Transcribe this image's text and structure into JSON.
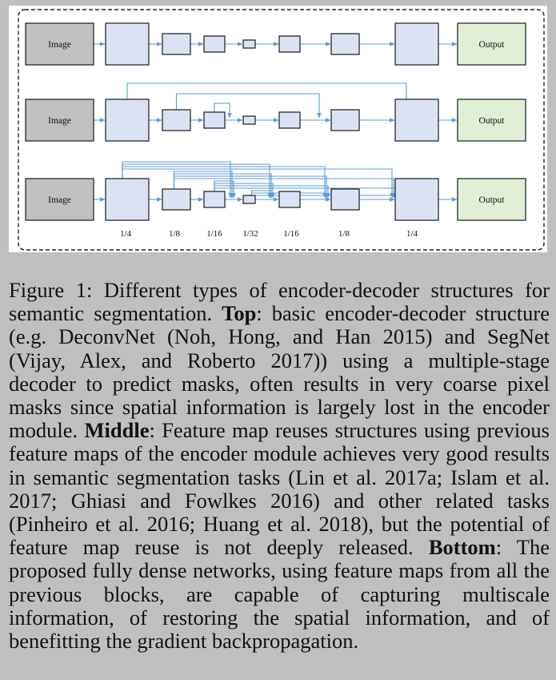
{
  "figure": {
    "rows": [
      {
        "name": "top",
        "input_label": "Image",
        "output_label": "Output"
      },
      {
        "name": "middle",
        "input_label": "Image",
        "output_label": "Output"
      },
      {
        "name": "bottom",
        "input_label": "Image",
        "output_label": "Output"
      }
    ],
    "scale_labels": [
      "1/4",
      "1/8",
      "1/16",
      "1/32",
      "1/16",
      "1/8",
      "1/4"
    ],
    "colors": {
      "input_box": "#c0c0c0",
      "feature_box": "#dbe2f3",
      "output_box": "#e0efd6",
      "arrow": "#5b9bd5",
      "caption_background": "#bfbfbf"
    }
  },
  "caption": {
    "figure_label": "Figure 1:",
    "intro": "Different types of encoder-decoder structures for semantic segmentation.",
    "top_label": "Top",
    "top_text": ": basic encoder-decoder structure (e.g. DeconvNet (Noh, Hong, and Han 2015) and SegNet (Vijay, Alex, and Roberto 2017)) using a multiple-stage decoder to predict masks, often results in very coarse pixel masks since spatial information is largely lost in the encoder module.",
    "middle_label": "Middle",
    "middle_text": ": Feature map reuses structures using previous feature maps of the encoder module achieves very good results in semantic segmentation tasks (Lin et al. 2017a; Islam et al. 2017; Ghiasi and Fowlkes 2016) and other related tasks (Pinheiro et al. 2016; Huang et al. 2018), but the potential of feature map reuse is not deeply released.",
    "bottom_label": "Bottom",
    "bottom_text": ": The proposed fully dense networks, using feature maps from all the previous blocks, are capable of capturing multiscale information, of restoring the spatial information, and of benefitting the gradient backpropagation."
  }
}
